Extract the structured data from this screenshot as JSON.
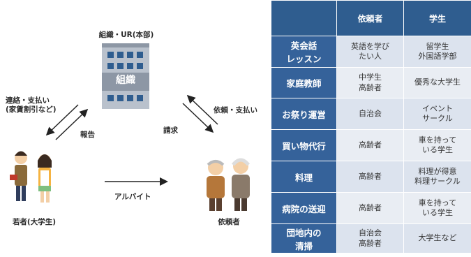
{
  "diagram": {
    "org_label": "組織・UR(本部)",
    "building_sign": "組織",
    "students_label": "若者(大学生)",
    "clients_label": "依頼者",
    "left_top_label_1": "連絡・支払い",
    "left_top_label_2": "(家賃割引など)",
    "report_label": "報告",
    "billing_label": "請求",
    "right_top_label": "依頼・支払い",
    "part_time_label": "アルバイト"
  },
  "table": {
    "headers": [
      "",
      "依頼者",
      "学生"
    ],
    "rows": [
      {
        "task": "英会話\nレッスン",
        "client": "英語を学び\nたい人",
        "student": "留学生\n外国語学部"
      },
      {
        "task": "家庭教師",
        "client": "中学生\n高齢者",
        "student": "優秀な大学生"
      },
      {
        "task": "お祭り運営",
        "client": "自治会",
        "student": "イベント\nサークル"
      },
      {
        "task": "買い物代行",
        "client": "高齢者",
        "student": "車を持って\nいる学生"
      },
      {
        "task": "料理",
        "client": "高齢者",
        "student": "料理が得意\n料理サークル"
      },
      {
        "task": "病院の送迎",
        "client": "高齢者",
        "student": "車を持って\nいる学生"
      },
      {
        "task": "団地内の\n清掃",
        "client": "自治会\n高齢者",
        "student": "大学生など"
      }
    ]
  }
}
